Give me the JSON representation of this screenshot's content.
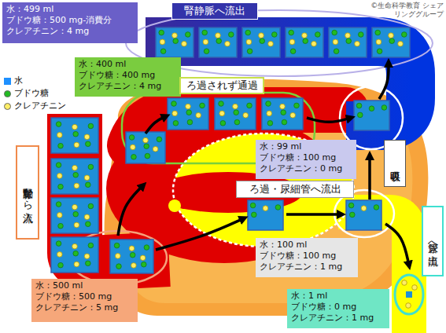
{
  "diagram": {
    "nodes": [
      {
        "text": [
          "水：499 ml",
          "ブドウ糖：500 mg-消費分",
          "クレアチニン：4 mg"
        ]
      },
      {
        "text": [
          "腎静脈へ流出"
        ]
      },
      {
        "text": [
          "水：400 ml",
          "ブドウ糖：400 mg",
          "クレアチニン：4 mg"
        ]
      },
      {
        "text": [
          "ろ過されず通過"
        ]
      },
      {
        "text": [
          "水：99 ml",
          "ブドウ糖：100 mg",
          "クレアチニン：0 mg"
        ]
      },
      {
        "text": [
          "再吸収"
        ]
      },
      {
        "text": [
          "腎動脈から流入"
        ]
      },
      {
        "text": [
          "ろ過・尿細管へ流出"
        ]
      },
      {
        "text": [
          "尿管へ流出"
        ]
      },
      {
        "text": [
          "水：100 ml",
          "ブドウ糖：100 mg",
          "クレアチニン：1 mg"
        ]
      },
      {
        "text": [
          "水：500 ml",
          "ブドウ糖：500 mg",
          "クレアチニン：5 mg"
        ]
      },
      {
        "text": [
          "水：1 ml",
          "ブドウ糖：0 mg",
          "クレアチニン：1 mg"
        ]
      }
    ],
    "labels": [
      "©生命科学教育 シェアリンググループ"
    ],
    "legend": [
      {
        "text": "水",
        "color": "#1e90ff"
      },
      {
        "text": "ブドウ糖",
        "color": "#22bb22"
      },
      {
        "text": "クレアチニン",
        "color": "#ffee66"
      }
    ]
  }
}
